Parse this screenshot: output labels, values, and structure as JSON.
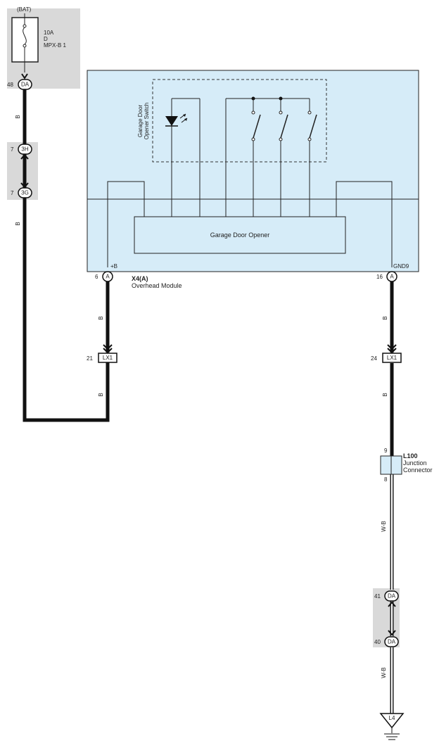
{
  "battery_label": "(BAT)",
  "fuse": {
    "amp": "10A",
    "letter": "D",
    "name": "MPX-B 1"
  },
  "connectors": {
    "c48": {
      "pin": "48",
      "code": "DA"
    },
    "c7a": {
      "pin": "7",
      "code": "3H"
    },
    "c7b": {
      "pin": "7",
      "code": "3G"
    },
    "x4_pin6": {
      "pin": "6",
      "code": "A"
    },
    "x4_pin16": {
      "pin": "16",
      "code": "A"
    },
    "lx1_left": {
      "pin": "21",
      "code": "LX1"
    },
    "lx1_right": {
      "pin": "24",
      "code": "LX1"
    },
    "da41": {
      "pin": "41",
      "code": "DA"
    },
    "da40": {
      "pin": "40",
      "code": "DA"
    }
  },
  "wire_colors": {
    "left_upper": "B",
    "left_lower": "B",
    "x4_left": "B",
    "lx1_left_lower": "B",
    "x4_right": "B",
    "lx1_right_lower": "B",
    "l100_lower": "W-B",
    "da40_lower": "W-B"
  },
  "module": {
    "switch_label_line1": "Garage Door",
    "switch_label_line2": "Opener Switch",
    "opener_label": "Garage Door Opener",
    "plus_b": "+B",
    "gnd": "GND9",
    "id": "X4(A)",
    "name": "Overhead Module"
  },
  "junction": {
    "id": "L100",
    "name_line1": "Junction",
    "name_line2": "Connector",
    "pin_top": "9",
    "pin_bottom": "8"
  },
  "ground": {
    "label": "L4"
  },
  "colors": {
    "module_fill": "#d6ecf8",
    "grey_block": "#d9d9d9",
    "wire": "#111111"
  }
}
